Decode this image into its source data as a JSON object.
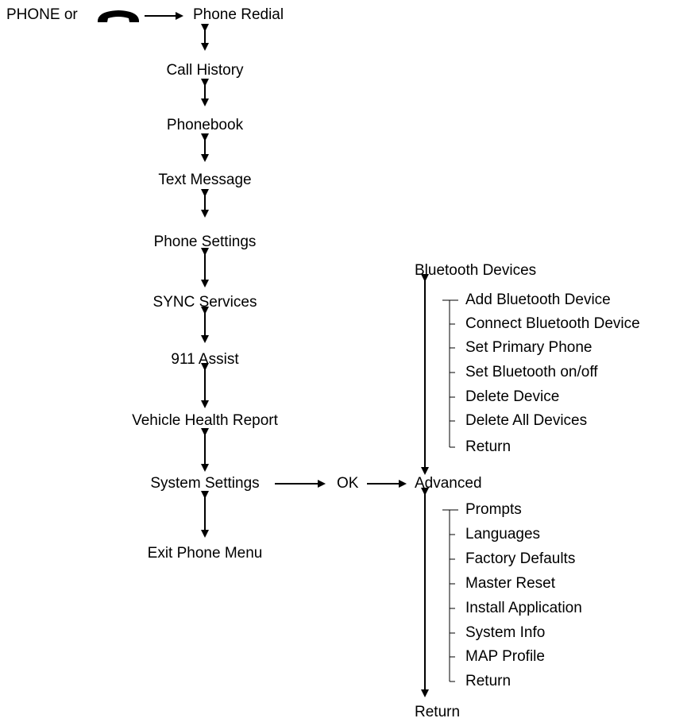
{
  "entry": {
    "prefix": "PHONE or",
    "handset_icon": "phone-handset-icon"
  },
  "main_menu": [
    "Phone Redial",
    "Call History",
    "Phonebook",
    "Text Message",
    "Phone Settings",
    "SYNC Services",
    "911 Assist",
    "Vehicle Health Report",
    "System Settings",
    "Exit Phone Menu"
  ],
  "ok_label": "OK",
  "system_settings_menu": {
    "top": "Bluetooth Devices",
    "middle": "Advanced",
    "bottom": "Return",
    "bluetooth_items": [
      "Add Bluetooth Device",
      "Connect Bluetooth Device",
      "Set Primary Phone",
      "Set Bluetooth on/off",
      "Delete Device",
      "Delete All Devices",
      "Return"
    ],
    "advanced_items": [
      "Prompts",
      "Languages",
      "Factory Defaults",
      "Master Reset",
      "Install Application",
      "System Info",
      "MAP Profile",
      "Return"
    ]
  },
  "colors": {
    "ink": "#000000",
    "background": "#ffffff"
  }
}
